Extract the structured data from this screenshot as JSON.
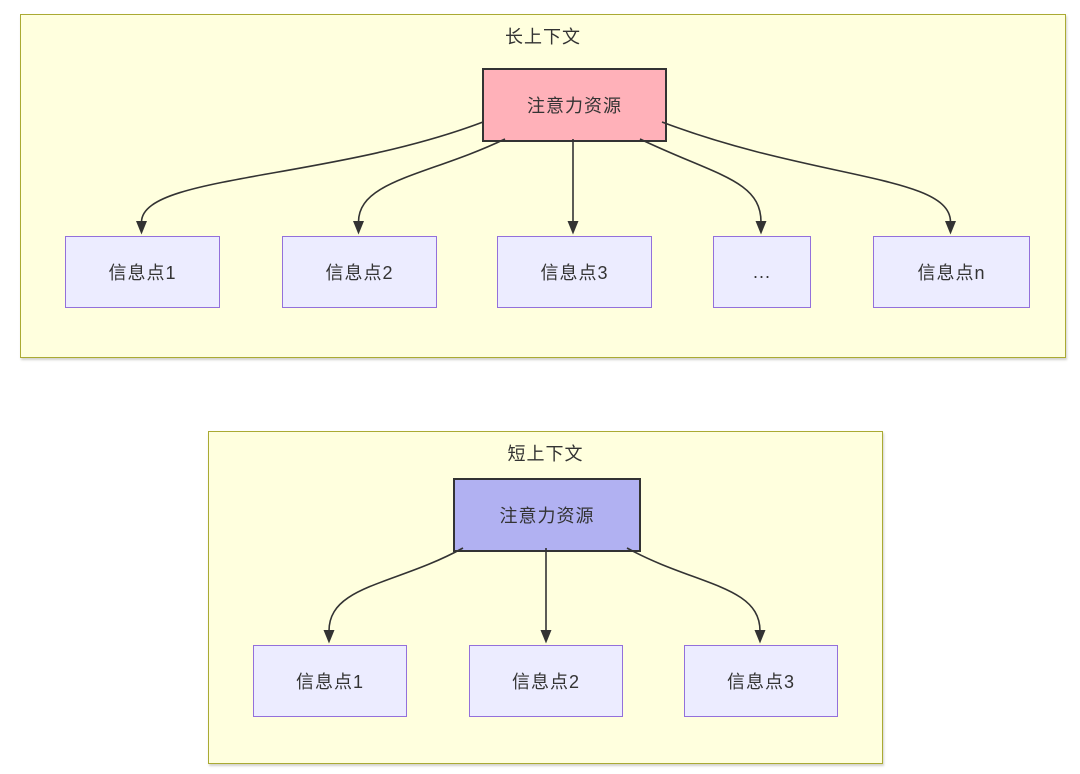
{
  "diagram": {
    "sections": [
      {
        "title": "长上下文",
        "attention_label": "注意力资源",
        "nodes": [
          "信息点1",
          "信息点2",
          "信息点3",
          "...",
          "信息点n"
        ]
      },
      {
        "title": "短上下文",
        "attention_label": "注意力资源",
        "nodes": [
          "信息点1",
          "信息点2",
          "信息点3"
        ]
      }
    ],
    "colors": {
      "container_fill": "#ffffde",
      "container_border": "#aaaa33",
      "info_node_fill": "#ececff",
      "info_node_border": "#9370db",
      "attention_long_fill": "#ffb1b9",
      "attention_short_fill": "#b1b1f2",
      "attention_border": "#333333",
      "arrow_color": "#333333",
      "text_color": "#333333"
    }
  }
}
